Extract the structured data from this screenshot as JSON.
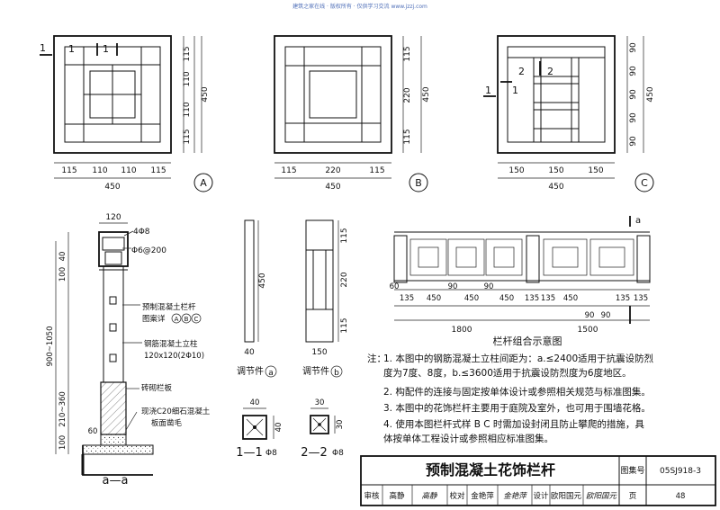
{
  "header_note": "建筑之家在线 · 版权所有 · 仅供学习交流 www.jzzj.com",
  "detailA": {
    "section_marks": [
      "1",
      "1",
      "1"
    ],
    "vdims": [
      "115",
      "110",
      "110",
      "115"
    ],
    "vtotal": "450",
    "hdims": [
      "115",
      "110",
      "110",
      "115"
    ],
    "htotal": "450",
    "label": "A"
  },
  "detailB": {
    "vdims": [
      "115",
      "220",
      "115"
    ],
    "vtotal": "450",
    "hdims": [
      "115",
      "220",
      "115"
    ],
    "htotal": "450",
    "label": "B"
  },
  "detailC": {
    "section_marks": [
      "2",
      "2",
      "1",
      "1"
    ],
    "vdims": [
      "90",
      "90",
      "90",
      "90",
      "90"
    ],
    "vtotal": "450",
    "hdims": [
      "150",
      "150",
      "150"
    ],
    "htotal": "450",
    "label": "C"
  },
  "section_aa": {
    "w120": "120",
    "rebar_top": "4Φ8",
    "stirrup": "Φ6@200",
    "left_dims": [
      "40",
      "100",
      "900~1050",
      "210~360",
      "100"
    ],
    "dim60": "60",
    "callouts": {
      "precast_rail": "预制混凝土栏杆",
      "see_detail": "图案详",
      "see_a": "A",
      "see_b": "B",
      "see_c": "C",
      "column": "钢筋混凝土立柱",
      "column_spec": "120x120(2Φ10)",
      "brick": "砖砌栏板",
      "cast": "现浇C20细石混凝土",
      "finish": "板面凿毛"
    },
    "title": "a—a"
  },
  "adj_a": {
    "dim_w": "40",
    "dim_h": "450",
    "caption": "调节件",
    "mark": "a"
  },
  "adj_b": {
    "dim_w": "150",
    "dims": [
      "115",
      "220",
      "115"
    ],
    "caption": "调节件",
    "mark": "b"
  },
  "sec11": {
    "w": "40",
    "h": "40",
    "rebar": "Φ8",
    "title": "1—1"
  },
  "sec22": {
    "w": "30",
    "h": "30",
    "rebar": "Φ8",
    "title": "2—2"
  },
  "assembly": {
    "mark": "a",
    "dims_row1": [
      "60",
      "135",
      "450",
      "90",
      "450",
      "90",
      "450",
      "135",
      "135",
      "450",
      "135",
      "135"
    ],
    "dims_row2": [
      "1800",
      "1500"
    ],
    "dims_row3": [
      "90",
      "90"
    ],
    "caption": "栏杆组合示意图"
  },
  "notes": {
    "lead": "注：",
    "items": [
      "1. 本图中的钢筋混凝土立柱间距为：a.≤2400适用于抗震设防烈",
      "   度为7度、8度，b.≤3600适用于抗震设防烈度为6度地区。",
      "2. 构配件的连接与固定按单体设计或参照相关规范与标准图集。",
      "3. 本图中的花饰栏杆主要用于庭院及室外，也可用于围墙花格。",
      "4. 使用本图栏杆式样 B C 时需加设封闭且防止攀爬的措施，具",
      "   体按单体工程设计或参照相应标准图集。"
    ]
  },
  "titleblock": {
    "title": "预制混凝土花饰栏杆",
    "atlas_label": "图集号",
    "atlas_no": "05SJ918-3",
    "review": "审核",
    "reviewer": "高静",
    "reviewer_sign": "高静",
    "check": "校对",
    "checker": "金艳萍",
    "checker_sign": "金艳萍",
    "design": "设计",
    "designer": "欧阳国元",
    "designer_sign": "欧阳国元",
    "page_label": "页",
    "page_no": "48"
  }
}
